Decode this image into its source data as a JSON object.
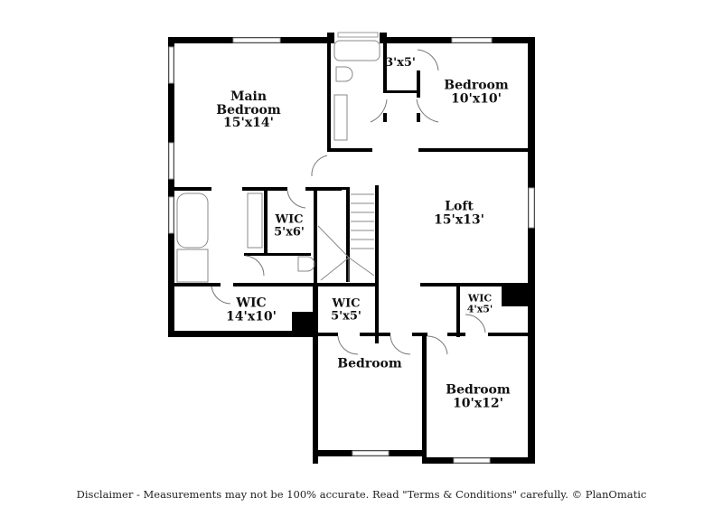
{
  "rooms": [
    {
      "name": "Main Bedroom",
      "name_l1": "Main",
      "name_l2": "Bedroom",
      "dims": "15'x14'"
    },
    {
      "name": "Bedroom",
      "dims": "10'x10'"
    },
    {
      "name": "",
      "dims": "3'x5'"
    },
    {
      "name": "Loft",
      "dims": "15'x13'"
    },
    {
      "name": "WIC",
      "dims": "5'x6'"
    },
    {
      "name": "WIC",
      "dims": "14'x10'"
    },
    {
      "name": "WIC",
      "dims": "5'x5'"
    },
    {
      "name": "WIC",
      "dims": "4'x5'"
    },
    {
      "name": "Bedroom",
      "dims": ""
    },
    {
      "name": "Bedroom",
      "dims": "10'x12'"
    }
  ],
  "footer": {
    "disclaimer": "Disclaimer - Measurements may not be 100% accurate. Read \"Terms & Conditions\" carefully. © PlanOmatic"
  },
  "colors": {
    "wall": "#000000",
    "fixture": "#888888",
    "background": "#ffffff"
  }
}
